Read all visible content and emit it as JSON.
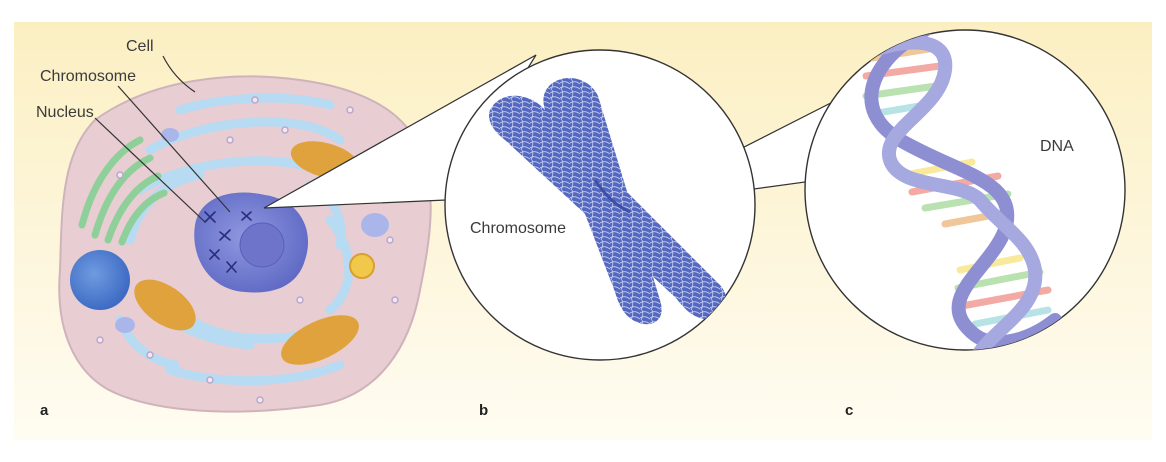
{
  "labels": {
    "cell": "Cell",
    "chromosome": "Chromosome",
    "nucleus": "Nucleus",
    "chromosome_zoom": "Chromosome",
    "dna": "DNA"
  },
  "panels": {
    "a": "a",
    "b": "b",
    "c": "c"
  },
  "colors": {
    "background_band_top": "#fbf0c4",
    "background_band_bottom": "#fefbf0",
    "cell_membrane": "#e6c9d0",
    "cytoplasm_er": "#b8dcf2",
    "nucleus": "#7f88d6",
    "mitochondria": "#e0a23c",
    "golgi": "#8fcf9a",
    "chromosome": "#5366bd",
    "dna_backbone": "#8d8fd2"
  }
}
